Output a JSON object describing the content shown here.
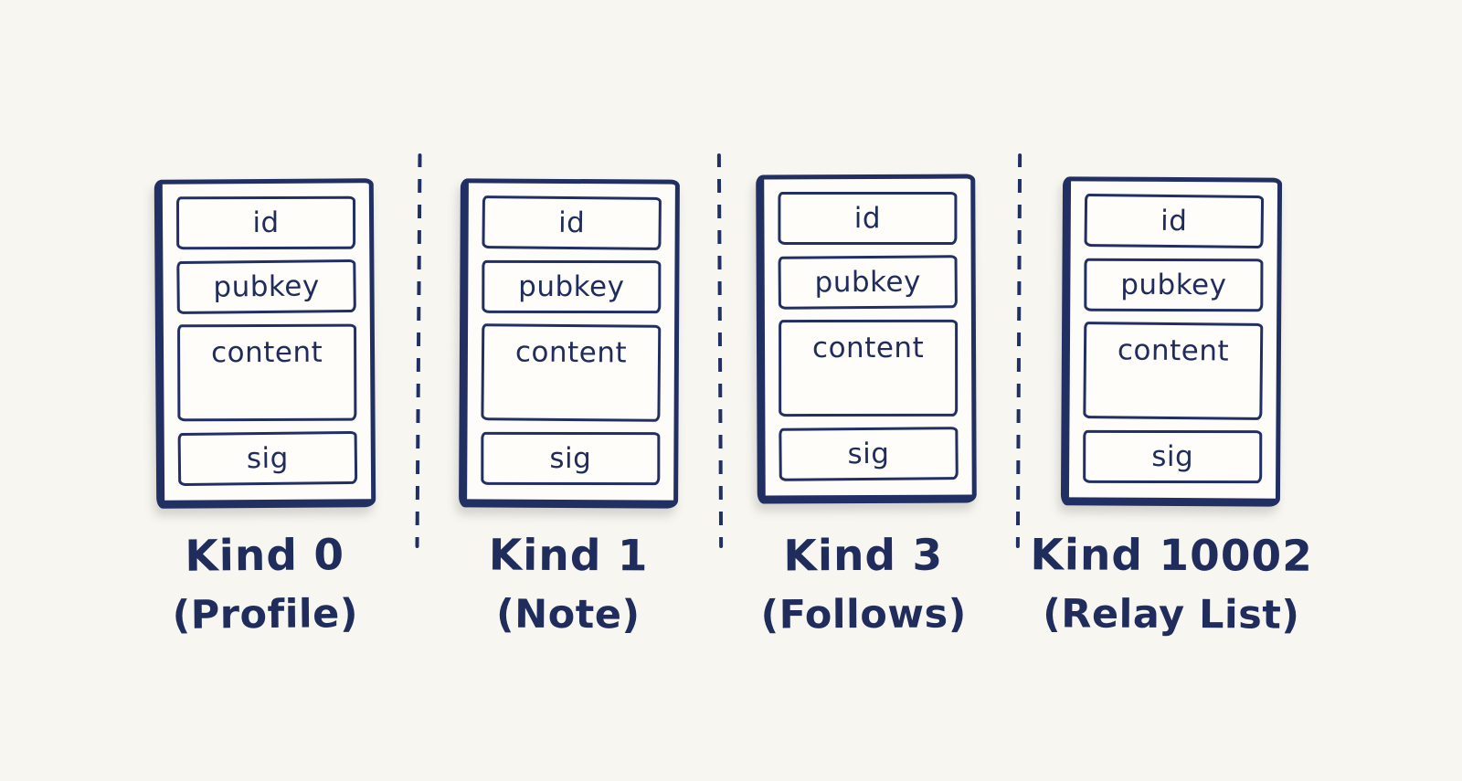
{
  "colors": {
    "ink": "#222f63",
    "background": "#f7f6f1",
    "card_background": "#fdfcf8"
  },
  "cards": [
    {
      "fields": [
        "id",
        "pubkey",
        "content",
        "sig"
      ],
      "kind": "Kind 0",
      "sub": "(Profile)"
    },
    {
      "fields": [
        "id",
        "pubkey",
        "content",
        "sig"
      ],
      "kind": "Kind 1",
      "sub": "(Note)"
    },
    {
      "fields": [
        "id",
        "pubkey",
        "content",
        "sig"
      ],
      "kind": "Kind 3",
      "sub": "(Follows)"
    },
    {
      "fields": [
        "id",
        "pubkey",
        "content",
        "sig"
      ],
      "kind": "Kind 10002",
      "sub": "(Relay List)"
    }
  ]
}
